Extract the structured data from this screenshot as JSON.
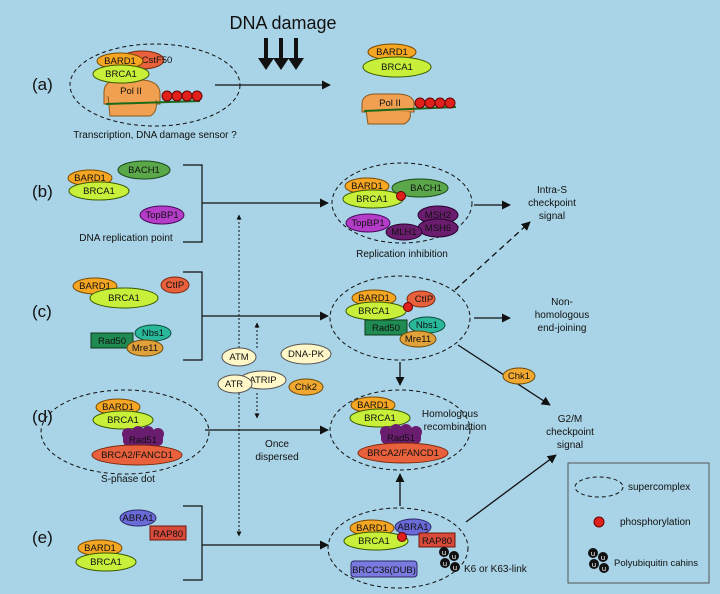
{
  "title": "DNA damage",
  "rows": {
    "a": {
      "label": "(a)",
      "caption": "Transcription, DNA damage sensor ?"
    },
    "b": {
      "label": "(b)",
      "caption": "DNA replication point",
      "result_caption": "Replication inhibition"
    },
    "c": {
      "label": "(c)"
    },
    "d": {
      "label": "(d)",
      "caption": "S-phase dot"
    },
    "e": {
      "label": "(e)"
    }
  },
  "proteins": {
    "bard1": "BARD1",
    "brca1": "BRCA1",
    "cstf50": "CstF50",
    "pol2": "Pol II",
    "bach1": "BACH1",
    "topbp1": "TopBP1",
    "msh2": "MSH2",
    "msh6": "MSH6",
    "mlh1": "MLH1",
    "ctip": "CtIP",
    "nbs1": "Nbs1",
    "rad50": "Rad50",
    "mre11": "Mre11",
    "rad51": "Rad51",
    "brca2": "BRCA2/FANCD1",
    "abra1": "ABRA1",
    "rap80": "RAP80",
    "brcc36": "BRCC36(DUB)",
    "atm": "ATM",
    "atr": "ATR",
    "atrip": "ATRIP",
    "dnapk": "DNA-PK",
    "chk2": "Chk2",
    "chk1": "Chk1"
  },
  "annotations": {
    "once_dispersed": [
      "Once",
      "dispersed"
    ],
    "homologous": [
      "Homologous",
      "recombination"
    ],
    "k6": "K6 or K63-link"
  },
  "outcomes": {
    "intra_s": [
      "Intra-S",
      "checkpoint",
      "signal"
    ],
    "nhej": [
      "Non-",
      "homologous",
      "end-joining"
    ],
    "g2m": [
      "G2/M",
      "checkpoint",
      "signal"
    ]
  },
  "legend": {
    "supercomplex": "supercomplex",
    "phosphorylation": "phosphorylation",
    "polyubiquitin": "Polyubiquitin cahins"
  },
  "colors": {
    "background": "#a9d3e6",
    "bard1": "#f5a623",
    "brca1": "#c8f03a",
    "cstf50": "#e8613c",
    "pol2": "#f0a050",
    "phospho": "#e0201a",
    "bach1": "#5aa84a",
    "topbp1": "#b43cc8",
    "dark_purple": "#6a1d6e",
    "rad50": "#1f8a52",
    "nbs1": "#2ab89a",
    "mre11": "#e0a03a",
    "abra1": "#6a6ad8",
    "rap80": "#d84a3a",
    "brcc36": "#7a7ae0",
    "atm_fill": "#fff7c8",
    "chk": "#f0a830"
  }
}
